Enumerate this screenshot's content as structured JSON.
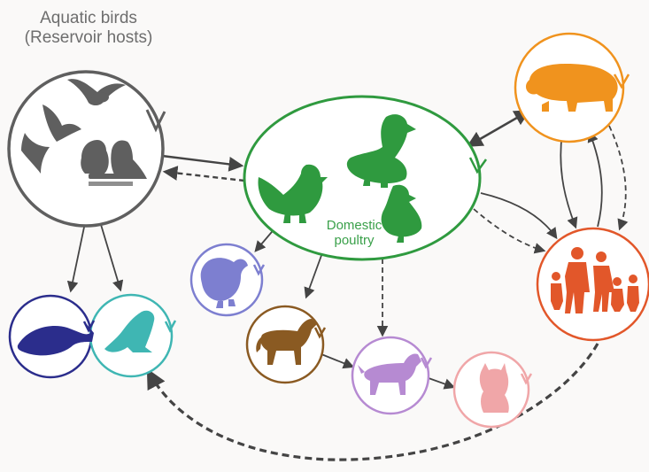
{
  "labels": {
    "reservoir_line1": "Aquatic birds",
    "reservoir_line2": "(Reservoir hosts)",
    "poultry_line1": "Domestic",
    "poultry_line2": "poultry"
  },
  "colors": {
    "aquatic_birds": "#5f5f5f",
    "domestic_poultry": "#2f9a3f",
    "pig": "#f0931e",
    "humans": "#e2572a",
    "whale": "#2b2d8c",
    "seal": "#3fb6b3",
    "turkey": "#7d7fd0",
    "horse": "#8a5a22",
    "dog": "#b68ad2",
    "cat": "#f0a6a8",
    "arrow": "#444444"
  },
  "nodes": [
    {
      "id": "aquatic-birds",
      "icon": "flying-bird-icon"
    },
    {
      "id": "domestic-poultry",
      "icon": "duck-icon"
    },
    {
      "id": "pig",
      "icon": "pig-icon"
    },
    {
      "id": "humans",
      "icon": "family-icon"
    },
    {
      "id": "whale",
      "icon": "whale-icon"
    },
    {
      "id": "seal",
      "icon": "seal-icon"
    },
    {
      "id": "turkey",
      "icon": "turkey-icon"
    },
    {
      "id": "horse",
      "icon": "horse-icon"
    },
    {
      "id": "dog",
      "icon": "dog-icon"
    },
    {
      "id": "cat",
      "icon": "cat-icon"
    }
  ],
  "edges": [
    {
      "from": "aquatic-birds",
      "to": "domestic-poultry",
      "style": "solid"
    },
    {
      "from": "domestic-poultry",
      "to": "aquatic-birds",
      "style": "dashed"
    },
    {
      "from": "aquatic-birds",
      "to": "whale",
      "style": "solid"
    },
    {
      "from": "aquatic-birds",
      "to": "seal",
      "style": "solid"
    },
    {
      "from": "domestic-poultry",
      "to": "pig",
      "style": "solid",
      "bidirectional": true
    },
    {
      "from": "domestic-poultry",
      "to": "humans",
      "style": "solid"
    },
    {
      "from": "domestic-poultry",
      "to": "humans",
      "style": "dashed"
    },
    {
      "from": "pig",
      "to": "humans",
      "style": "solid"
    },
    {
      "from": "humans",
      "to": "pig",
      "style": "solid"
    },
    {
      "from": "pig",
      "to": "humans",
      "style": "dashed"
    },
    {
      "from": "domestic-poultry",
      "to": "turkey",
      "style": "solid"
    },
    {
      "from": "domestic-poultry",
      "to": "horse",
      "style": "solid"
    },
    {
      "from": "domestic-poultry",
      "to": "dog",
      "style": "dashed"
    },
    {
      "from": "horse",
      "to": "dog",
      "style": "solid"
    },
    {
      "from": "dog",
      "to": "cat",
      "style": "solid"
    },
    {
      "from": "humans",
      "to": "seal",
      "style": "dashed"
    }
  ]
}
